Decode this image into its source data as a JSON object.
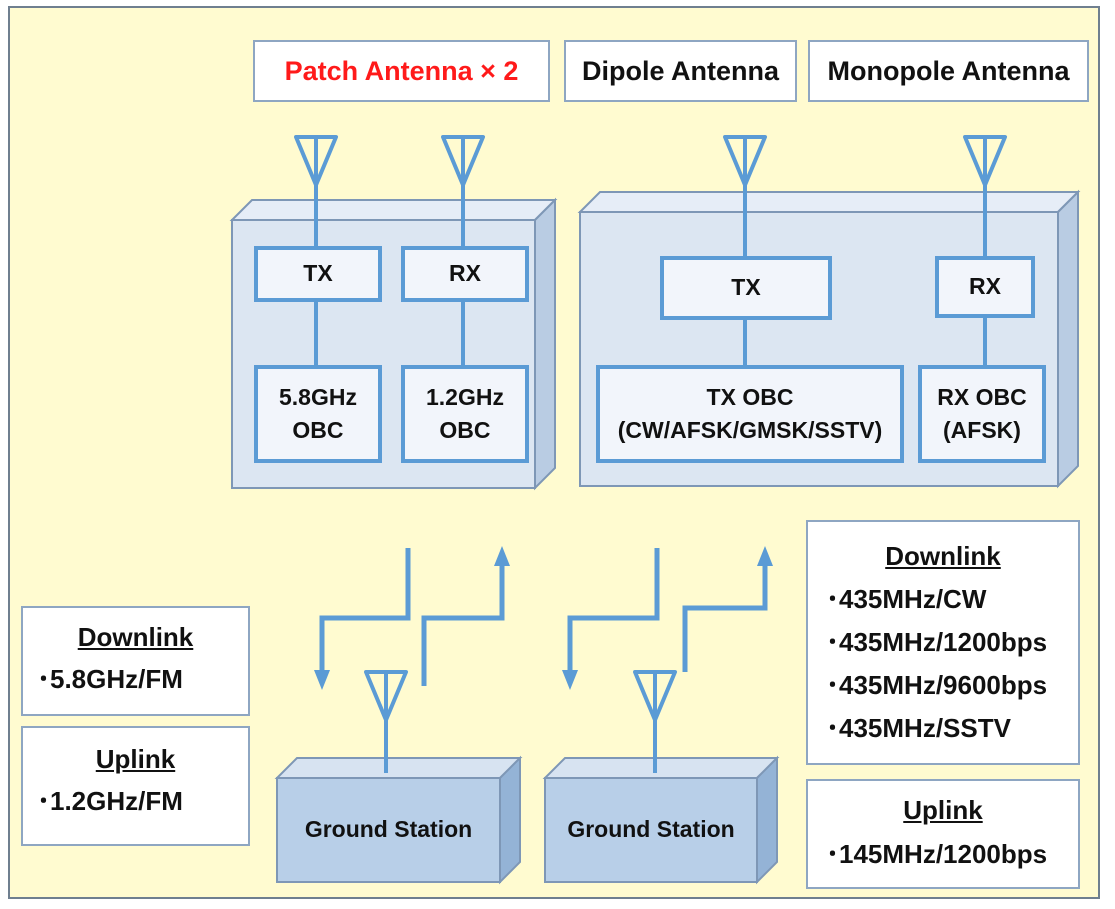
{
  "antenna_labels": {
    "patch": "Patch Antenna × 2",
    "dipole": "Dipole Antenna",
    "monopole": "Monopole Antenna"
  },
  "left_module": {
    "tx": "TX",
    "rx": "RX",
    "obc_58": [
      "5.8GHz",
      "OBC"
    ],
    "obc_12": [
      "1.2GHz",
      "OBC"
    ]
  },
  "right_module": {
    "tx": "TX",
    "rx": "RX",
    "tx_obc": [
      "TX OBC",
      "(CW/AFSK/GMSK/SSTV)"
    ],
    "rx_obc": [
      "RX OBC",
      "(AFSK)"
    ]
  },
  "ground_stations": {
    "left": "Ground Station",
    "right": "Ground Station"
  },
  "left_info": {
    "downlink": {
      "title": "Downlink",
      "items": [
        "･5.8GHz/FM"
      ]
    },
    "uplink": {
      "title": "Uplink",
      "items": [
        "･1.2GHz/FM"
      ]
    }
  },
  "right_info": {
    "downlink": {
      "title": "Downlink",
      "items": [
        "･435MHz/CW",
        "･435MHz/1200bps",
        "･435MHz/9600bps",
        "･435MHz/SSTV"
      ]
    },
    "uplink": {
      "title": "Uplink",
      "items": [
        "･145MHz/1200bps"
      ]
    }
  },
  "colors": {
    "background": "#fffbd0",
    "accent_blue": "#5b9bd5",
    "highlight_red": "#ff1a1a",
    "box_fill": "#dce6f2",
    "ground_fill": "#b8cfe8"
  }
}
